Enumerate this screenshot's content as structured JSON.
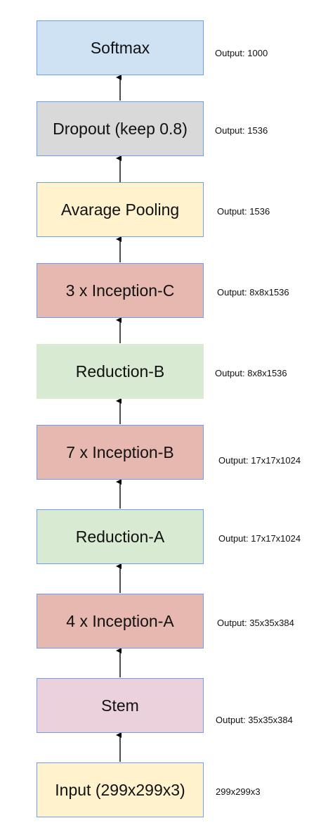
{
  "blocks": [
    {
      "id": "softmax",
      "label": "Softmax",
      "output": "Output: 1000",
      "fill": "#cfe2f3",
      "border": "#6d9eeb"
    },
    {
      "id": "dropout",
      "label": "Dropout (keep 0.8)",
      "output": "Output: 1536",
      "fill": "#d9d9d9",
      "border": "#6d9eeb"
    },
    {
      "id": "avg-pool",
      "label": "Avarage Pooling",
      "output": "Output: 1536",
      "fill": "#fff2cc",
      "border": "#6d9eeb"
    },
    {
      "id": "inception-c",
      "label": "3 x Inception-C",
      "output": "Output: 8x8x1536",
      "fill": "#e6b8af",
      "border": "#6d9eeb"
    },
    {
      "id": "reduction-b",
      "label": "Reduction-B",
      "output": "Output: 8x8x1536",
      "fill": "#d9ead3",
      "border": "none"
    },
    {
      "id": "inception-b",
      "label": "7 x Inception-B",
      "output": "Output: 17x17x1024",
      "fill": "#e6b8af",
      "border": "#6d9eeb"
    },
    {
      "id": "reduction-a",
      "label": "Reduction-A",
      "output": "Output: 17x17x1024",
      "fill": "#d9ead3",
      "border": "#6d9eeb"
    },
    {
      "id": "inception-a",
      "label": "4 x Inception-A",
      "output": "Output: 35x35x384",
      "fill": "#e6b8af",
      "border": "#6d9eeb"
    },
    {
      "id": "stem",
      "label": "Stem",
      "output": "Output: 35x35x384",
      "fill": "#ead1dc",
      "border": "#6d9eeb"
    },
    {
      "id": "input",
      "label": "Input (299x299x3)",
      "output": "299x299x3",
      "fill": "#fff2cc",
      "border": "#6d9eeb"
    }
  ]
}
